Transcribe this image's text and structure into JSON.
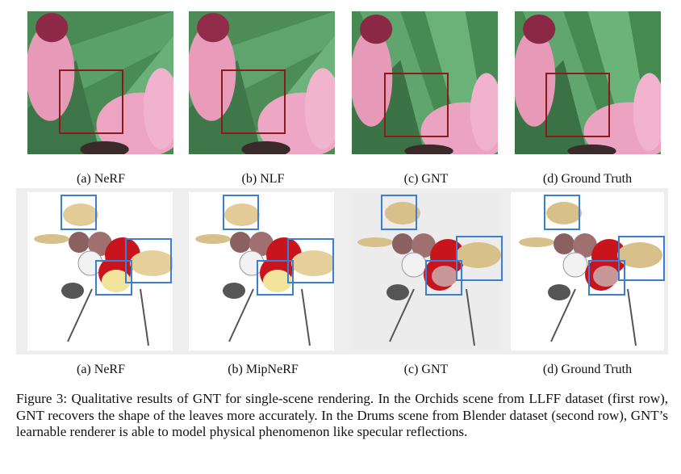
{
  "row1": {
    "captions": [
      "(a) NeRF",
      "(b) NLF",
      "(c) GNT",
      "(d) Ground Truth"
    ]
  },
  "row2": {
    "captions": [
      "(a) NeRF",
      "(b) MipNeRF",
      "(c) GNT",
      "(d) Ground Truth"
    ]
  },
  "caption": {
    "text": "Figure 3: Qualitative results of GNT for single-scene rendering. In the Orchids scene from LLFF dataset (first row), GNT recovers the shape of the leaves more accurately. In the Drums scene from Blender dataset (second row), GNT’s learnable renderer is able to model physical phenomenon like specular reflections."
  },
  "colors": {
    "highlight_red": "#8b1a1a",
    "highlight_blue": "#3a7fd4",
    "leaf_green": "#3f8a52",
    "petal_pink": "#e79ab8",
    "drum_red": "#c8141c",
    "cymbal_gold": "#d8c08a"
  }
}
